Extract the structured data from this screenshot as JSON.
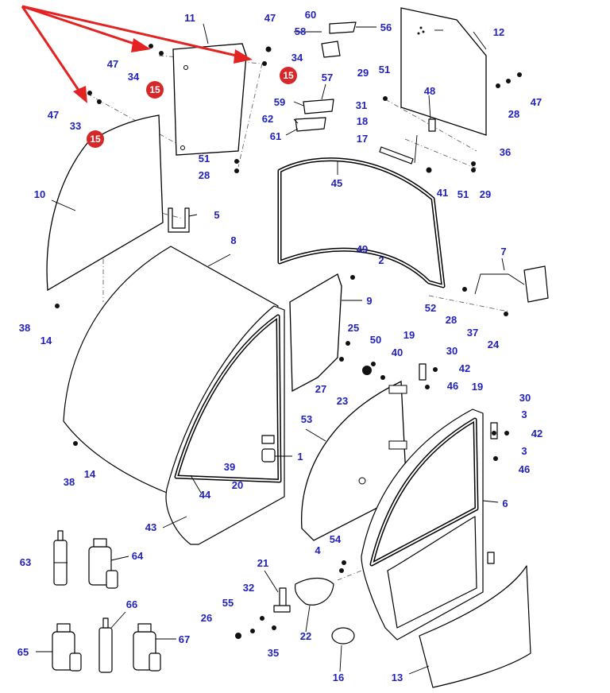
{
  "callouts": [
    {
      "id": "c1",
      "text": "1"
    },
    {
      "id": "c2",
      "text": "2"
    },
    {
      "id": "c3a",
      "text": "3"
    },
    {
      "id": "c3b",
      "text": "3"
    },
    {
      "id": "c4",
      "text": "4"
    },
    {
      "id": "c5",
      "text": "5"
    },
    {
      "id": "c6",
      "text": "6"
    },
    {
      "id": "c7",
      "text": "7"
    },
    {
      "id": "c8",
      "text": "8"
    },
    {
      "id": "c9",
      "text": "9"
    },
    {
      "id": "c10",
      "text": "10"
    },
    {
      "id": "c11",
      "text": "11"
    },
    {
      "id": "c12",
      "text": "12"
    },
    {
      "id": "c13",
      "text": "13"
    },
    {
      "id": "c14a",
      "text": "14"
    },
    {
      "id": "c14b",
      "text": "14"
    },
    {
      "id": "c16",
      "text": "16"
    },
    {
      "id": "c17",
      "text": "17"
    },
    {
      "id": "c18",
      "text": "18"
    },
    {
      "id": "c19a",
      "text": "19"
    },
    {
      "id": "c19b",
      "text": "19"
    },
    {
      "id": "c20",
      "text": "20"
    },
    {
      "id": "c21",
      "text": "21"
    },
    {
      "id": "c22",
      "text": "22"
    },
    {
      "id": "c23",
      "text": "23"
    },
    {
      "id": "c24",
      "text": "24"
    },
    {
      "id": "c25",
      "text": "25"
    },
    {
      "id": "c26",
      "text": "26"
    },
    {
      "id": "c27",
      "text": "27"
    },
    {
      "id": "c28a",
      "text": "28"
    },
    {
      "id": "c28b",
      "text": "28"
    },
    {
      "id": "c28c",
      "text": "28"
    },
    {
      "id": "c29a",
      "text": "29"
    },
    {
      "id": "c29b",
      "text": "29"
    },
    {
      "id": "c30a",
      "text": "30"
    },
    {
      "id": "c30b",
      "text": "30"
    },
    {
      "id": "c31",
      "text": "31"
    },
    {
      "id": "c32",
      "text": "32"
    },
    {
      "id": "c33",
      "text": "33"
    },
    {
      "id": "c34a",
      "text": "34"
    },
    {
      "id": "c34b",
      "text": "34"
    },
    {
      "id": "c35",
      "text": "35"
    },
    {
      "id": "c36",
      "text": "36"
    },
    {
      "id": "c37",
      "text": "37"
    },
    {
      "id": "c38a",
      "text": "38"
    },
    {
      "id": "c38b",
      "text": "38"
    },
    {
      "id": "c39",
      "text": "39"
    },
    {
      "id": "c40",
      "text": "40"
    },
    {
      "id": "c41",
      "text": "41"
    },
    {
      "id": "c42a",
      "text": "42"
    },
    {
      "id": "c42b",
      "text": "42"
    },
    {
      "id": "c43",
      "text": "43"
    },
    {
      "id": "c44",
      "text": "44"
    },
    {
      "id": "c45",
      "text": "45"
    },
    {
      "id": "c46a",
      "text": "46"
    },
    {
      "id": "c46b",
      "text": "46"
    },
    {
      "id": "c47a",
      "text": "47"
    },
    {
      "id": "c47b",
      "text": "47"
    },
    {
      "id": "c47c",
      "text": "47"
    },
    {
      "id": "c47d",
      "text": "47"
    },
    {
      "id": "c48",
      "text": "48"
    },
    {
      "id": "c49",
      "text": "49"
    },
    {
      "id": "c50",
      "text": "50"
    },
    {
      "id": "c51a",
      "text": "51"
    },
    {
      "id": "c51b",
      "text": "51"
    },
    {
      "id": "c51c",
      "text": "51"
    },
    {
      "id": "c52",
      "text": "52"
    },
    {
      "id": "c53",
      "text": "53"
    },
    {
      "id": "c54",
      "text": "54"
    },
    {
      "id": "c55",
      "text": "55"
    },
    {
      "id": "c56",
      "text": "56"
    },
    {
      "id": "c57",
      "text": "57"
    },
    {
      "id": "c58",
      "text": "58"
    },
    {
      "id": "c59",
      "text": "59"
    },
    {
      "id": "c60",
      "text": "60"
    },
    {
      "id": "c61",
      "text": "61"
    },
    {
      "id": "c62",
      "text": "62"
    },
    {
      "id": "c63",
      "text": "63"
    },
    {
      "id": "c64",
      "text": "64"
    },
    {
      "id": "c65",
      "text": "65"
    },
    {
      "id": "c66",
      "text": "66"
    },
    {
      "id": "c67",
      "text": "67"
    }
  ],
  "highlight_badges": [
    {
      "id": "b1",
      "text": "15"
    },
    {
      "id": "b2",
      "text": "15"
    },
    {
      "id": "b3",
      "text": "15"
    }
  ],
  "colors": {
    "callout_text": "#2222bb",
    "highlight_arrow": "#e32222",
    "badge": "#d62828",
    "line": "#000000",
    "background": "#ffffff"
  }
}
